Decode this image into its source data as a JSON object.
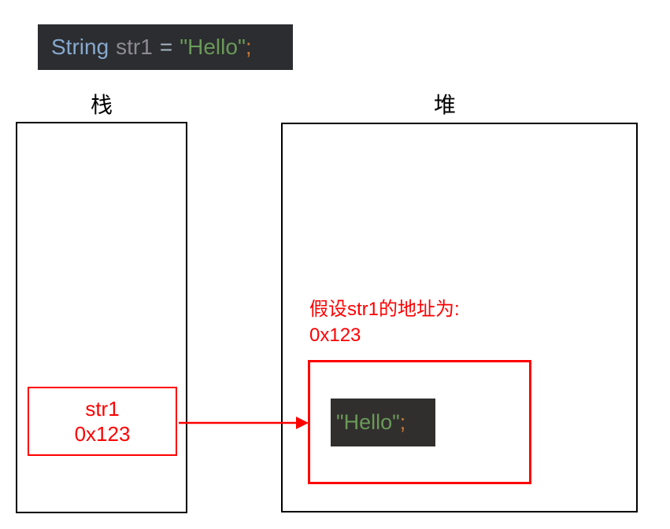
{
  "code_snippet": {
    "keyword": "String",
    "variable": "str1",
    "operator": "=",
    "string_literal": "\"Hello\"",
    "semicolon": ";"
  },
  "labels": {
    "stack": "栈",
    "heap": "堆"
  },
  "stack": {
    "variable_box": {
      "name": "str1",
      "address": "0x123"
    }
  },
  "heap": {
    "note_line1": "假设str1的地址为:",
    "note_line2": "0x123",
    "object_box": {
      "string_literal": "\"Hello\"",
      "semicolon": ";"
    }
  },
  "colors": {
    "accent-red": "#fe0000",
    "code-bg": "#2b2d30",
    "object-bg": "#312f2d",
    "kw-color": "#87a9cf",
    "var-color": "#8e8a94",
    "op-color": "#a9b7c6",
    "str-color": "#6a9a58",
    "semi-color": "#cc7832"
  }
}
